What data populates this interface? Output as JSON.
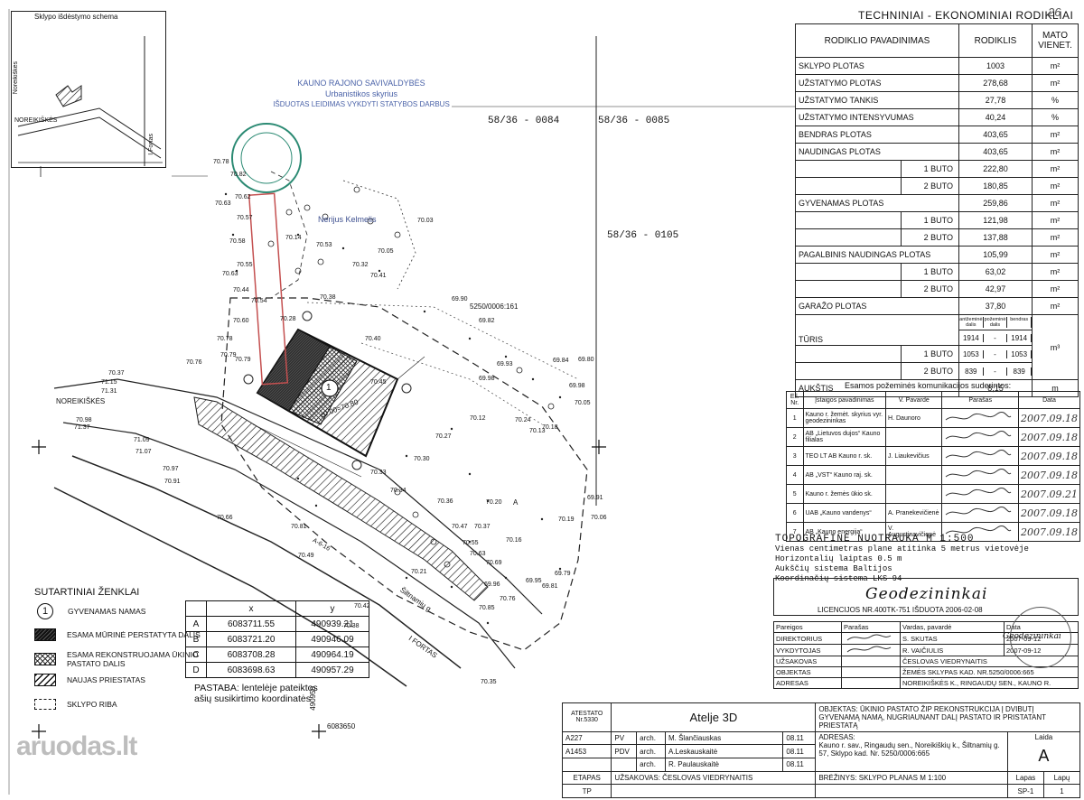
{
  "schema": {
    "title": "Sklypo išdėstymo schema",
    "labels": [
      "Noreikiškės",
      "NOREIKIŠKĖS",
      "I Fortas"
    ]
  },
  "stamp": {
    "lines": [
      "KAUNO RAJONO SAVIVALDYBĖS",
      "Urbanistikos skyrius",
      "IŠDUOTAS LEIDIMAS VYKDYTI STATYBOS DARBUS"
    ],
    "signer": "Nerijus Kelmelis"
  },
  "parcels": [
    "58/36 - 0084",
    "58/36 - 0085",
    "58/36 - 0105"
  ],
  "plot_code": "5250/0006:161",
  "plan_labels": {
    "street1": "NOREIKIŠKĖS",
    "street2": "Šiltnamių g.",
    "fort": "I FORTAS",
    "building_num": "1",
    "zero_level": "±0.00=70.80",
    "grid_x": "490950",
    "grid_y": "6083650",
    "a_label": "A",
    "road_code": "A-6-16"
  },
  "spot_heights": [
    "70.78",
    "70.82",
    "70.62",
    "70.63",
    "70.57",
    "70.58",
    "70.55",
    "70.63",
    "70.44",
    "70.54",
    "70.60",
    "70.78",
    "70.79",
    "70.76",
    "70.79",
    "70.37",
    "71.15",
    "71.31",
    "71.37",
    "70.98",
    "71.09",
    "71.07",
    "70.97",
    "70.91",
    "70.66",
    "70.81",
    "70.49",
    "70.42",
    "70.35",
    "70.38",
    "70.24",
    "70.13",
    "70.30",
    "70.20",
    "70.19",
    "70.06",
    "69.79",
    "69.81",
    "69.91",
    "69.96",
    "69.90",
    "69.82",
    "69.80",
    "69.84",
    "69.98",
    "70.05",
    "70.03",
    "70.05",
    "70.14",
    "70.27",
    "70.32",
    "70.38",
    "70.40",
    "70.45",
    "70.47",
    "70.55",
    "70.63",
    "70.69",
    "70.76",
    "70.85",
    "70.53",
    "70.41",
    "70.28",
    "70.18",
    "70.16",
    "70.12",
    "70.33",
    "70.34",
    "70.36",
    "70.37",
    "69.95",
    "69.93",
    "69.98",
    "70.21"
  ],
  "tech": {
    "title": "TECHNINIAI - EKONOMINIAI RODIKLIAI",
    "sheet_no": "26",
    "headers": {
      "name": "RODIKLIO PAVADINIMAS",
      "value": "RODIKLIS",
      "unit": "MATO VIENET."
    },
    "sub_headers": {
      "a": "antžeminė dalis",
      "b": "požeminė dalis",
      "c": "bendras"
    },
    "rows": [
      {
        "name": "SKLYPO PLOTAS",
        "value": "1003",
        "unit": "m²"
      },
      {
        "name": "UŽSTATYMO PLOTAS",
        "value": "278,68",
        "unit": "m²"
      },
      {
        "name": "UŽSTATYMO TANKIS",
        "value": "27,78",
        "unit": "%"
      },
      {
        "name": "UŽSTATYMO INTENSYVUMAS",
        "value": "40,24",
        "unit": "%"
      },
      {
        "name": "BENDRAS PLOTAS",
        "value": "403,65",
        "unit": "m²"
      },
      {
        "name": "NAUDINGAS PLOTAS",
        "value": "403,65",
        "unit": "m²"
      },
      {
        "name": "1 BUTO",
        "value": "222,80",
        "unit": "m²"
      },
      {
        "name": "2 BUTO",
        "value": "180,85",
        "unit": "m²"
      },
      {
        "name": "GYVENAMAS PLOTAS",
        "value": "259,86",
        "unit": "m²"
      },
      {
        "name": "1 BUTO",
        "value": "121,98",
        "unit": "m²"
      },
      {
        "name": "2 BUTO",
        "value": "137,88",
        "unit": "m²"
      },
      {
        "name": "PAGALBINIS NAUDINGAS PLOTAS",
        "value": "105,99",
        "unit": "m²"
      },
      {
        "name": "1 BUTO",
        "value": "63,02",
        "unit": "m²"
      },
      {
        "name": "2 BUTO",
        "value": "42,97",
        "unit": "m²"
      },
      {
        "name": "GARAŽO PLOTAS",
        "value": "37,80",
        "unit": "m²"
      }
    ],
    "turis": {
      "name": "TŪRIS",
      "rows": [
        {
          "name": "",
          "a": "1914",
          "b": "-",
          "c": "1914"
        },
        {
          "name": "1 BUTO",
          "a": "1053",
          "b": "-",
          "c": "1053"
        },
        {
          "name": "2 BUTO",
          "a": "839",
          "b": "-",
          "c": "839"
        }
      ],
      "unit": "m³"
    },
    "aukstis": {
      "name": "AUKŠTIS",
      "value": "8,15",
      "unit": "m"
    }
  },
  "utilities": {
    "caption": "Esamos požeminės komunikacijos suderintos:",
    "headers": [
      "Eil. Nr.",
      "Įstaigos pavadinimas",
      "V. Pavardė",
      "Parašas",
      "Data"
    ],
    "rows": [
      {
        "n": "1",
        "org": "Kauno r. žemėt. skyrius vyr. geodezininkas",
        "name": "H. Daunoro",
        "date": "2007.09.18"
      },
      {
        "n": "2",
        "org": "AB „Lietuvos dujos“ Kauno filialas",
        "name": "",
        "date": "2007.09.18"
      },
      {
        "n": "3",
        "org": "TEO LT AB Kauno r. sk.",
        "name": "J. Liaukevičius",
        "date": "2007.09.18"
      },
      {
        "n": "4",
        "org": "AB „VST“ Kauno raj. sk.",
        "name": "",
        "date": "2007.09.18"
      },
      {
        "n": "5",
        "org": "Kauno r. žemės ūkio sk.",
        "name": "",
        "date": "2007.09.21"
      },
      {
        "n": "6",
        "org": "UAB „Kauno vandenys“",
        "name": "A. Pranekevičienė",
        "date": "2007.09.18"
      },
      {
        "n": "7",
        "org": "AB „Kauno energija“",
        "name": "V. Augustinavičienė",
        "date": "2007.09.18"
      }
    ]
  },
  "topo": {
    "title": "TOPOGRAFINĖ NUOTRAUKA  M 1:500",
    "lines": [
      "Vienas centimetras plane atitinka 5 metrus vietovėje",
      "Horizontalių laiptas 0.5 m",
      "Aukščių sistema Baltijos",
      "Koordinačių sistema LKS-94"
    ]
  },
  "geo": {
    "name": "Geodezininkai",
    "license": "LICENCIJOS NR.400TK-751  IŠDUOTA 2006-02-08",
    "head": [
      "Pareigos",
      "Parašas",
      "Vardas, pavardė",
      "Data"
    ],
    "rows": [
      {
        "role": "DIREKTORIUS",
        "name": "S. SKUTAS",
        "date": "2007-09-12"
      },
      {
        "role": "VYKDYTOJAS",
        "name": "R. VAIČIULIS",
        "date": "2007-09-12"
      },
      {
        "role": "UŽSAKOVAS",
        "name": "ČESLOVAS VIEDRYNAITIS",
        "date": ""
      },
      {
        "role": "OBJEKTAS",
        "name": "ŽEMĖS SKLYPAS KAD. NR.5250/0006:665",
        "date": ""
      },
      {
        "role": "ADRESAS",
        "name": "NOREIKIŠKĖS K., RINGAUDŲ SEN., KAUNO R.",
        "date": ""
      }
    ],
    "stamp": "Geodezininkai"
  },
  "title_block": {
    "atestato": "ATESTATO Nr.5330",
    "atelier": "Atelje 3D",
    "object": "OBJEKTAS: ŪKINIO PASTATO ŽIP REKONSTRUKCIJA  Į DVIBUTĮ GYVENAMĄ NAMĄ, NUGRIAUNANT DALĮ PASTATO IR PRISTATANT PRIESTATĄ",
    "staff": [
      {
        "code": "A227",
        "role": "PV",
        "title": "arch.",
        "name": "M. Šlančiauskas",
        "date": "08.11"
      },
      {
        "code": "A1453",
        "role": "PDV",
        "title": "arch.",
        "name": "A.Leskauskaitė",
        "date": "08.11"
      },
      {
        "code": "",
        "role": "",
        "title": "arch.",
        "name": "R. Paulauskaitė",
        "date": "08.11"
      }
    ],
    "address_label": "ADRESAS:",
    "address": "Kauno r. sav., Ringaudų sen., Noreikiškių k., Šiltnamių g. 57, Sklypo kad. Nr. 5250/0006:665",
    "laida_label": "Laida",
    "laida": "A",
    "etapas_label": "ETAPAS",
    "etapas": "TP",
    "customer": "UŽSAKOVAS: ČESLOVAS VIEDRYNAITIS",
    "drawing": "BRĖŽINYS: SKLYPO PLANAS M 1:100",
    "lapas_label": "Lapas",
    "lapu_label": "Lapų",
    "lapas": "SP-1",
    "lapu": "1"
  },
  "legend": {
    "title": "SUTARTINIAI ŽENKLAI",
    "items": [
      {
        "sym": "1",
        "label": "GYVENAMAS NAMAS"
      },
      {
        "sym": "dark",
        "label": "ESAMA MŪRINĖ PERSTATYTA DALIS"
      },
      {
        "sym": "cross",
        "label": "ESAMA REKONSTRUOJAMA ŪKINIO  PASTATO DALIS"
      },
      {
        "sym": "hatch",
        "label": "NAUJAS PRIESTATAS"
      },
      {
        "sym": "dash",
        "label": "SKLYPO RIBA"
      }
    ]
  },
  "coords": {
    "headers": [
      "",
      "x",
      "y"
    ],
    "rows": [
      [
        "A",
        "6083711.55",
        "490939.21"
      ],
      [
        "B",
        "6083721.20",
        "490946.09"
      ],
      [
        "C",
        "6083708.28",
        "490964.19"
      ],
      [
        "D",
        "6083698.63",
        "490957.29"
      ]
    ]
  },
  "pastaba": [
    "PASTABA: lentelėje pateiktos",
    "ašių susikirtimo koordinatės"
  ],
  "watermark": "aruodas.lt"
}
